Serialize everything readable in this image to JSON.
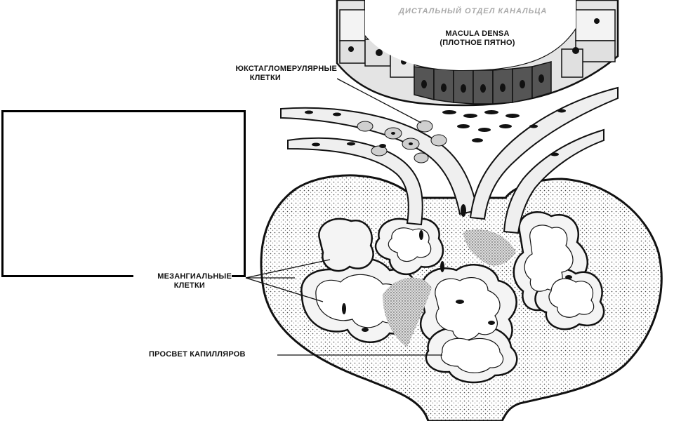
{
  "labels": {
    "tubule_title": "ДИСТАЛЬНЫЙ ОТДЕЛ КАНАЛЬЦА",
    "macula_densa_line1": "MACULA DENSA",
    "macula_densa_line2": "(ПЛОТНОЕ ПЯТНО)",
    "juxtaglomerular_line1": "ЮКСТАГЛОМЕРУЛЯРНЫЕ",
    "juxtaglomerular_line2": "КЛЕТКИ",
    "mesangial_line1": "МЕЗАНГИАЛЬНЫЕ",
    "mesangial_line2": "КЛЕТКИ",
    "capillary_lumen": "ПРОСВЕТ КАПИЛЛЯРОВ"
  },
  "colors": {
    "ink": "#111111",
    "stipple_bg": "#e9e9e9",
    "macula_cells": "#555555",
    "tubule_cells": "#e0e0e0",
    "capillary_wall": "#f4f4f4",
    "title_gray": "#a9a9a9"
  }
}
